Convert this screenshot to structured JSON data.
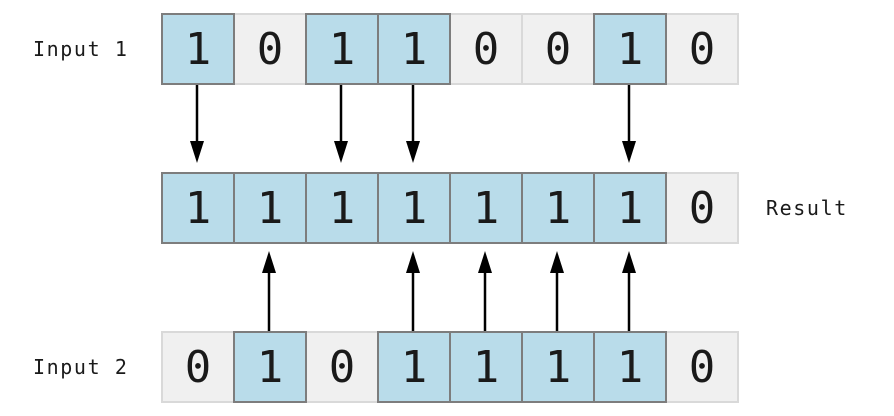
{
  "diagram": {
    "rows": [
      {
        "label": "Input 1",
        "label_side": "left",
        "bits": [
          1,
          0,
          1,
          1,
          0,
          0,
          1,
          0
        ]
      },
      {
        "label": "Result",
        "label_side": "right",
        "bits": [
          1,
          1,
          1,
          1,
          1,
          1,
          1,
          0
        ]
      },
      {
        "label": "Input 2",
        "label_side": "left",
        "bits": [
          0,
          1,
          0,
          1,
          1,
          1,
          1,
          0
        ]
      }
    ],
    "arrows": {
      "input1_to_result_columns": [
        0,
        2,
        3,
        6
      ],
      "input2_to_result_columns": [
        1,
        3,
        4,
        5,
        6
      ]
    },
    "colors": {
      "background": "#ffffff",
      "bit_one_fill": "#b9dcea",
      "bit_one_border": "#7d7d7d",
      "bit_zero_fill": "#f0f0f0",
      "bit_zero_border": "#d9d9d9",
      "text": "#1a1a1a",
      "arrow": "#000000"
    }
  }
}
